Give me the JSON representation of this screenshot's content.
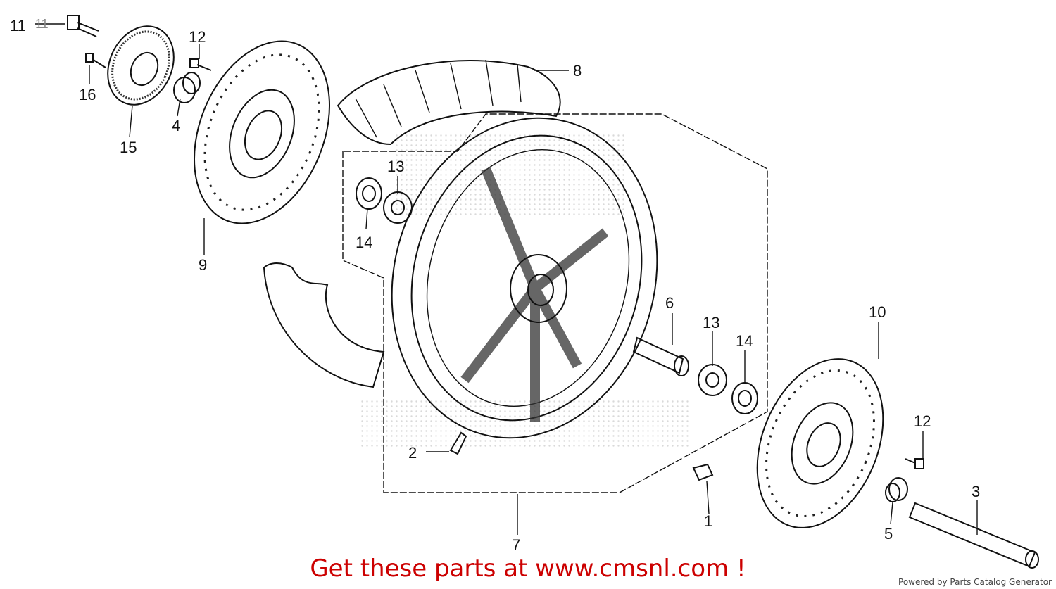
{
  "callouts": [
    {
      "id": "c-11-a",
      "label": "11"
    },
    {
      "id": "c-11-b",
      "label": "11"
    },
    {
      "id": "c-12-top",
      "label": "12"
    },
    {
      "id": "c-16",
      "label": "16"
    },
    {
      "id": "c-4",
      "label": "4"
    },
    {
      "id": "c-15",
      "label": "15"
    },
    {
      "id": "c-8",
      "label": "8"
    },
    {
      "id": "c-13-top",
      "label": "13"
    },
    {
      "id": "c-14-top",
      "label": "14"
    },
    {
      "id": "c-9",
      "label": "9"
    },
    {
      "id": "c-6",
      "label": "6"
    },
    {
      "id": "c-13-right",
      "label": "13"
    },
    {
      "id": "c-14-right",
      "label": "14"
    },
    {
      "id": "c-10",
      "label": "10"
    },
    {
      "id": "c-12-right",
      "label": "12"
    },
    {
      "id": "c-2",
      "label": "2"
    },
    {
      "id": "c-1",
      "label": "1"
    },
    {
      "id": "c-3",
      "label": "3"
    },
    {
      "id": "c-5",
      "label": "5"
    },
    {
      "id": "c-7",
      "label": "7"
    }
  ],
  "cta_text": "Get these parts at www.cmsnl.com !",
  "powered_by": "Powered by Parts Catalog Generator"
}
